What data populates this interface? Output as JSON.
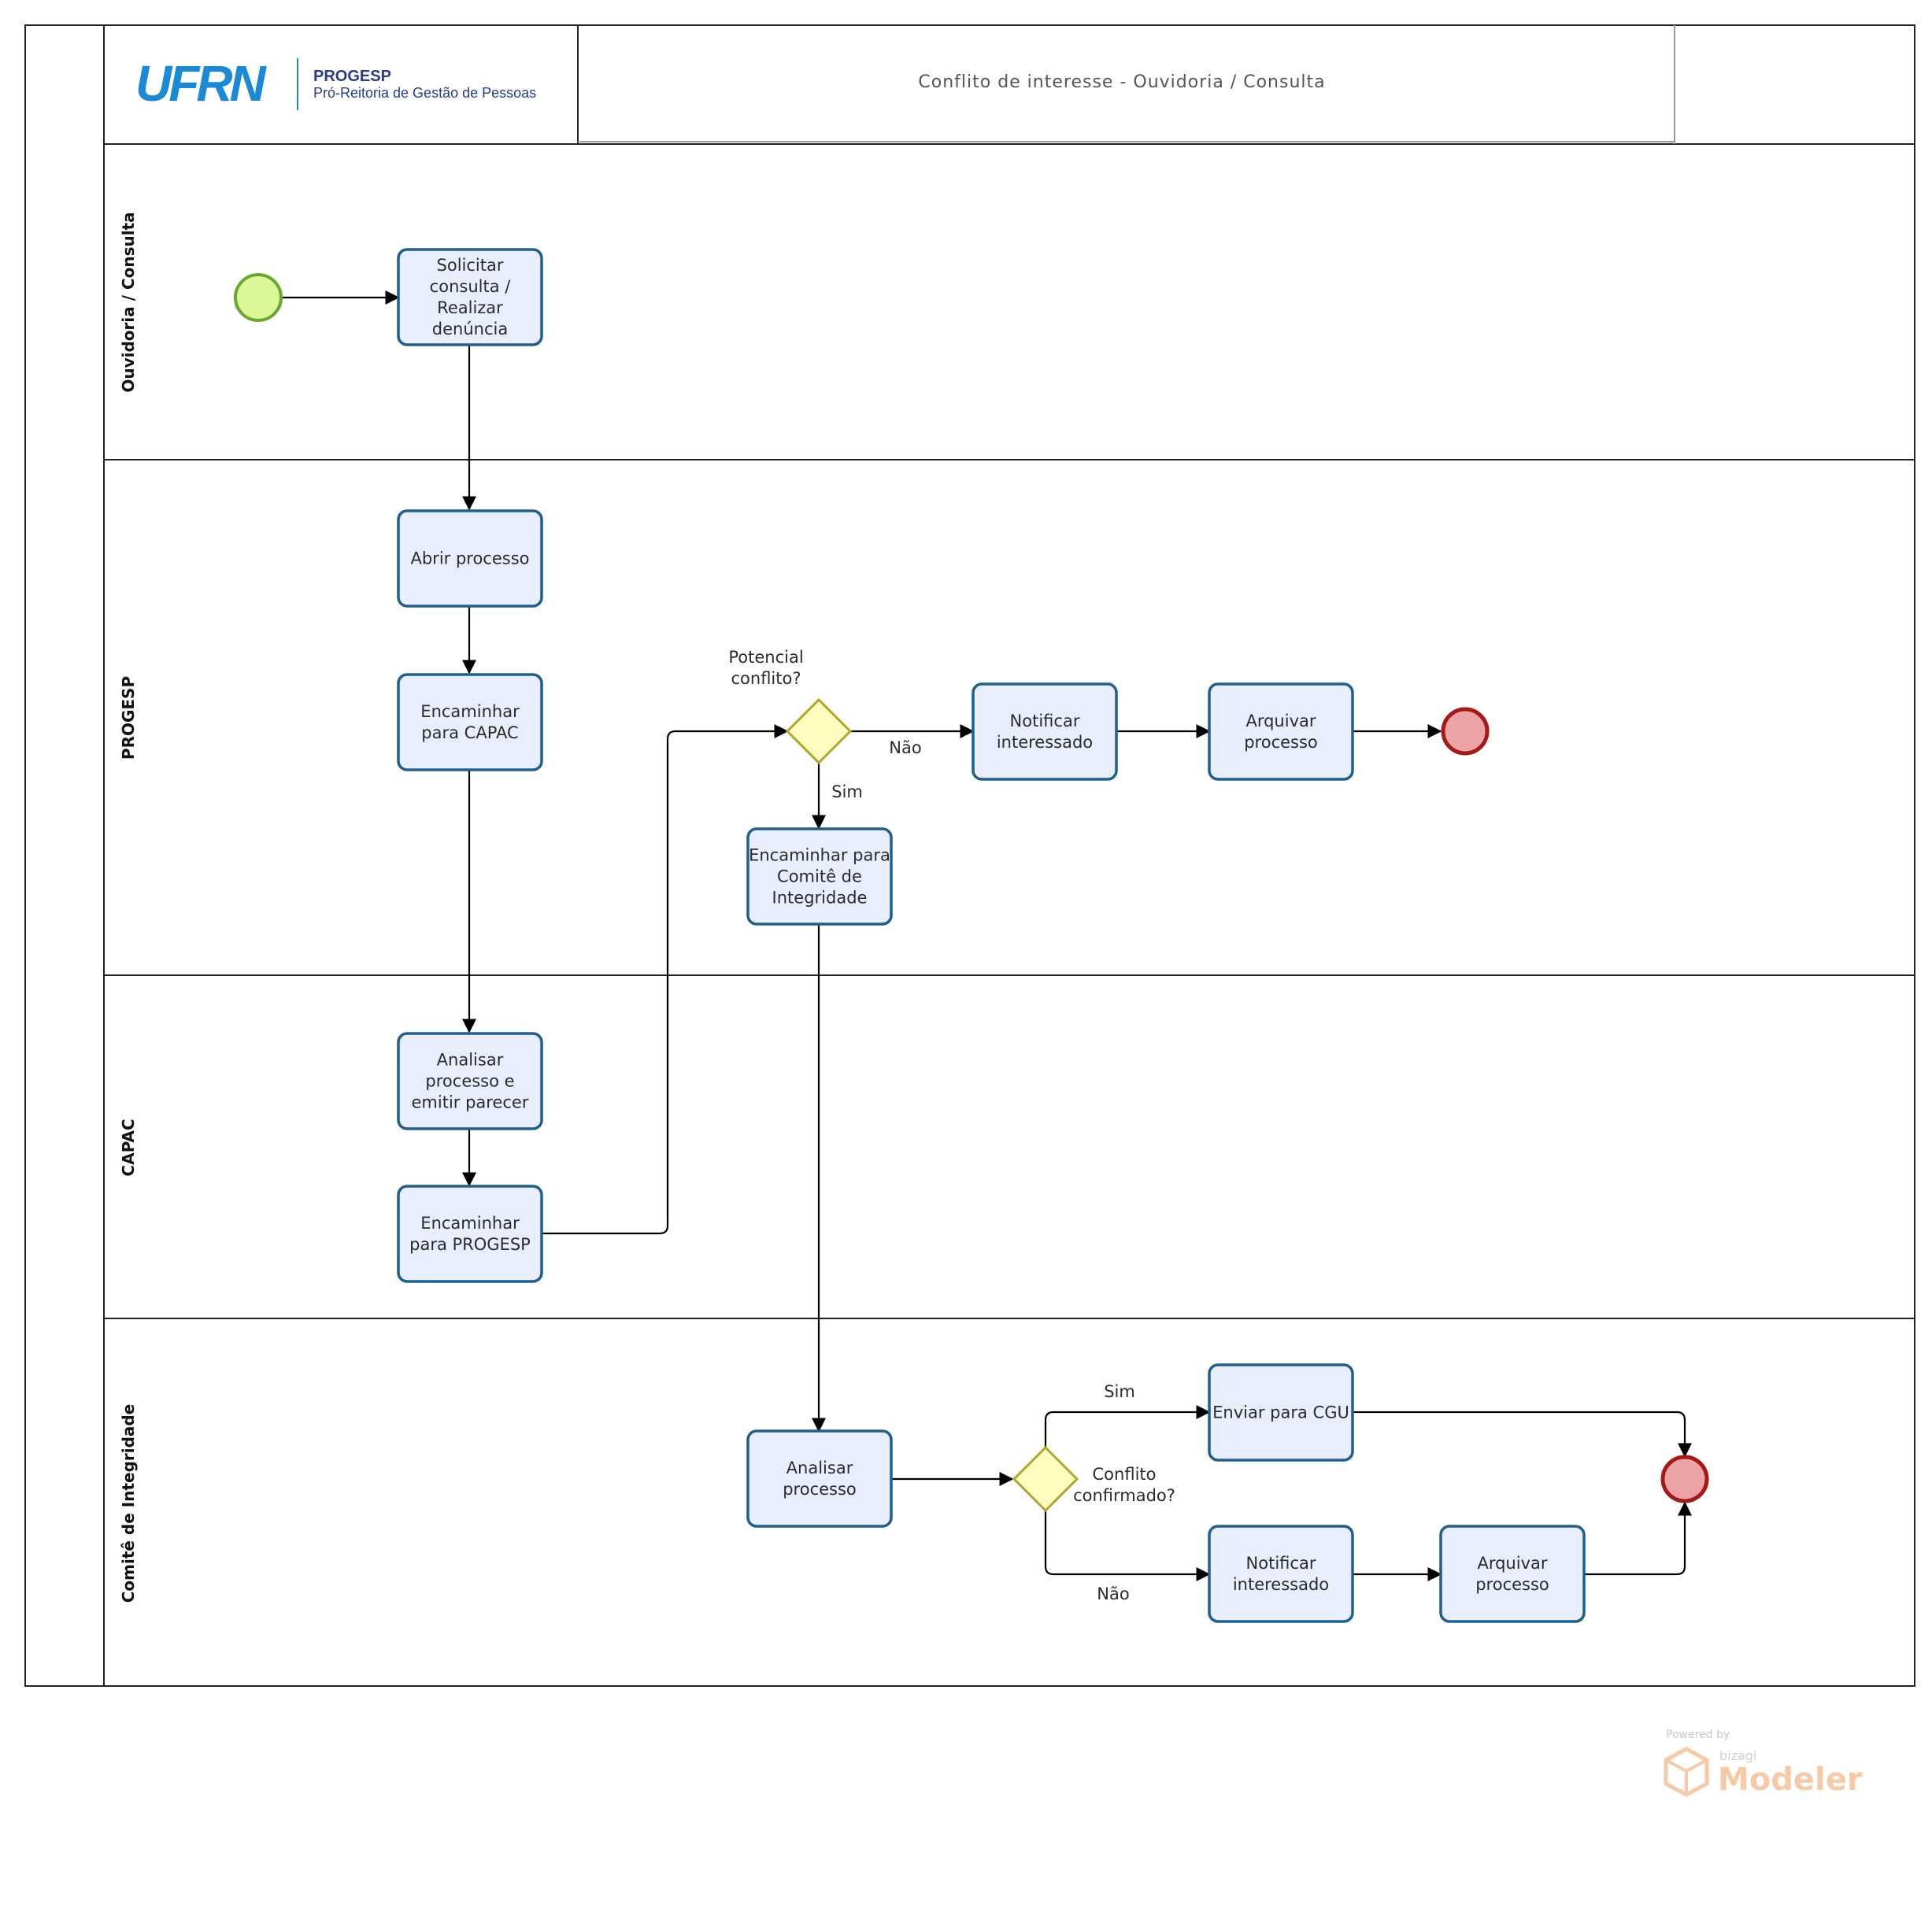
{
  "header": {
    "logo_text": "UFRN",
    "org_name": "PROGESP",
    "org_full": "Pró-Reitoria de Gestão de Pessoas",
    "title": "Conflito de interesse - Ouvidoria / Consulta"
  },
  "lanes": [
    {
      "id": "ouvidoria",
      "label": "Ouvidoria / Consulta"
    },
    {
      "id": "progesp",
      "label": "PROGESP"
    },
    {
      "id": "capac",
      "label": "CAPAC"
    },
    {
      "id": "comite",
      "label": "Comitê de Integridade"
    }
  ],
  "tasks": {
    "solicitar": [
      "Solicitar",
      "consulta /",
      "Realizar",
      "denúncia"
    ],
    "abrir": [
      "Abrir processo"
    ],
    "enc_capac": [
      "Encaminhar",
      "para CAPAC"
    ],
    "analisar_parecer": [
      "Analisar",
      "processo e",
      "emitir parecer"
    ],
    "enc_progesp": [
      "Encaminhar",
      "para PROGESP"
    ],
    "notificar1": [
      "Notificar",
      "interessado"
    ],
    "arquivar1": [
      "Arquivar",
      "processo"
    ],
    "enc_comite": [
      "Encaminhar para",
      "Comitê de",
      "Integridade"
    ],
    "analisar": [
      "Analisar",
      "processo"
    ],
    "enviar_cgu": [
      "Enviar para CGU"
    ],
    "notificar2": [
      "Notificar",
      "interessado"
    ],
    "arquivar2": [
      "Arquivar",
      "processo"
    ]
  },
  "gateways": {
    "potencial": [
      "Potencial",
      "conflito?"
    ],
    "confirmado": [
      "Conflito",
      "confirmado?"
    ]
  },
  "flow_labels": {
    "nao1": "Não",
    "sim1": "Sim",
    "sim2": "Sim",
    "nao2": "Não"
  },
  "footer": {
    "powered": "Powered by",
    "brand": "bizagi",
    "product": "Modeler"
  },
  "colors": {
    "start_fill": "#dcf79a",
    "start_stroke": "#6aa82c",
    "end_fill": "#eba3a3",
    "end_stroke": "#a51919",
    "gateway_fill": "#fdfdc0",
    "gateway_stroke": "#b3a52a",
    "logo_blue": "#1a8ad6",
    "logo_dark": "#2a3b8f"
  },
  "icons": {
    "start": "start-event-icon",
    "end": "end-event-icon",
    "gateway": "exclusive-gateway-icon"
  }
}
